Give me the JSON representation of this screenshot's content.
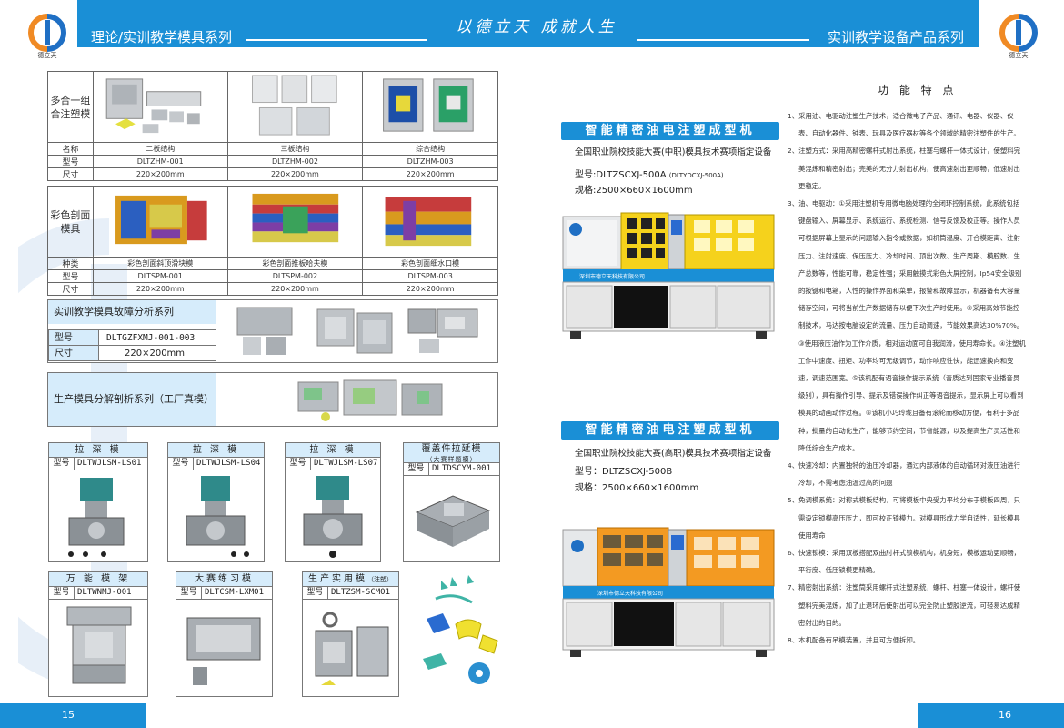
{
  "header": {
    "left_title": "理论/实训教学模具系列",
    "slogan": "以德立天  成就人生",
    "right_title": "实训教学设备产品系列",
    "logo_caption": "德立天"
  },
  "colors": {
    "accent": "#1a8fd6",
    "panel": "#d6ecfb",
    "logo_orange": "#f08a24",
    "logo_blue": "#1f6fc4"
  },
  "footer": {
    "left_page": "15",
    "right_page": "16"
  },
  "table1": {
    "name": "多合一组合注塑模",
    "rows": [
      {
        "label": "名称",
        "cells": [
          "二板结构",
          "三板结构",
          "综合结构"
        ]
      },
      {
        "label": "型号",
        "cells": [
          "DLTZHM-001",
          "DLTZHM-002",
          "DLTZHM-003"
        ]
      },
      {
        "label": "尺寸",
        "cells": [
          "220×200mm",
          "220×200mm",
          "220×200mm"
        ]
      }
    ]
  },
  "table2": {
    "name": "彩色剖面模具",
    "rows": [
      {
        "label": "种类",
        "cells": [
          "彩色剖面斜顶滑块模",
          "彩色剖面推板哈夫模",
          "彩色剖面细水口模"
        ]
      },
      {
        "label": "型号",
        "cells": [
          "DLTSPM-001",
          "DLTSPM-002",
          "DLTSPM-003"
        ]
      },
      {
        "label": "尺寸",
        "cells": [
          "220×200mm",
          "220×200mm",
          "220×200mm"
        ]
      }
    ]
  },
  "fault_series": {
    "title": "实训教学模具故障分析系列",
    "model_label": "型号",
    "model": "DLTGZFXMJ-001-003",
    "size_label": "尺寸",
    "size": "220×200mm"
  },
  "factory_series": {
    "title": "生产模具分解剖析系列（工厂真模）"
  },
  "cards": [
    {
      "title": "拉 深 模",
      "model_label": "型号",
      "model": "DLTWJLSM-LS01"
    },
    {
      "title": "拉 深 模",
      "model_label": "型号",
      "model": "DLTWJLSM-LS04"
    },
    {
      "title": "拉 深 模",
      "model_label": "型号",
      "model": "DLTWJLSM-LS07"
    },
    {
      "title": "覆盖件拉延模",
      "subtitle": "（大赛样题模）",
      "model_label": "型号",
      "model": "DLTDSCYM-001"
    },
    {
      "title": "万 能 模 架",
      "model_label": "型号",
      "model": "DLTWNMJ-001"
    },
    {
      "title": "大赛练习模",
      "model_label": "型号",
      "model": "DLTCSM-LXM01"
    },
    {
      "title": "生产实用模",
      "title_note": "（注塑）",
      "model_label": "型号",
      "model": "DLTZSM-SCM01"
    }
  ],
  "right": {
    "features_title": "功 能 特 点",
    "product1": {
      "title": "智能精密油电注塑成型机",
      "subtitle": "全国职业院校技能大赛(中职)模具技术赛项指定设备",
      "model": "型号:DLTZSCXJ-500A",
      "model_note": "(DLTYDCXJ-500A)",
      "spec": "规格:2500×660×1600mm",
      "panel_text": "深圳市德立天科技有限公司"
    },
    "product2": {
      "title": "智能精密油电注塑成型机",
      "subtitle": "全国职业院校技能大赛(高职)模具技术赛项指定设备",
      "model": "型号：DLTZSCXJ-500B",
      "spec": "规格：2500×660×1600mm",
      "panel_text": "深圳市德立天科技有限公司"
    },
    "features": [
      "1、采用油、电驱动注塑生产技术，适合微电子产品、通讯、电器、仪器、仪表、自动化器件、钟表、玩具及医疗器材等各个领域的精密注塑件的生产。",
      "2、注塑方式：采用高精密螺杆式射出系统，柱塞与螺杆一体式设计，使塑料完美混炼和精密射出；完美的无分力射出机构，使高速射出更顺畅，低速射出更稳定。",
      "3、油、电驱动：①采用注塑机专用微电脑处理的全闭环控制系统，此系统包括键盘输入、屏幕显示、系统运行、系统检测、信号反馈及校正等。操作人员可根据屏幕上显示的问题输入指令或数据，如机筒温度、开合模距离、注射压力、注射速度、保压压力、冷却时间、顶出次数、生产周期、模腔数、生产总数等，性能可靠，稳定性强；采用触摸式彩色大屏控制，Ip54安全级别的按键和电箱，人性的操作界面和菜单，报警和故障显示，机器备有大容量储存空间，可将当前生产数据储存以便下次生产时使用。②采用高效节能控制技术，马达按电脑设定的流量、压力自动调速，节能效果高达30%70%。③使用液压油作为工作介质，相对运动面可自我润滑，使用寿命长。④注塑机工作中速度、扭矩、功率均可无级调节，动作响应性快，能迅速换向和变速，调速范围宽。⑤该机配有语音操作提示系统（音质达到国家专业播音员级别），具有操作引导、提示及错误操作纠正等语音提示，显示屏上可以看到模具的动画动作过程。⑥该机小巧玲珑且备有滚轮而移动方便，有利于多品种，批量的自动化生产，能够节约空间，节省能源，以及提高生产灵活性和降低综合生产成本。",
      "4、快速冷却：内置独特的油压冷却器，通过内部液体的自动循环对液压油进行冷却，不需考虑油温过高的问题",
      "5、免调模系统：对称式模板结构，可将模板中央受力平均分布于模板四周，只需设定锁模高压压力，即可校正锁模力。对模具形成力学自适性，延长模具使用寿命",
      "6、快速锁模：采用双板搭配双曲肘杆式锁模机构，机身短，模板运动更顺畅，平行度、低压锁模更精确。",
      "7、精密射出系统：注塑筒采用螺杆式注塑系统，螺杆、柱塞一体设计，螺杆使塑料完美混炼，加了止退环后使射出可以完全防止塑胶逆流，可轻易达成精密射出的目的。",
      "8、本机配备有吊模装置，并且可方便拆卸。"
    ]
  }
}
